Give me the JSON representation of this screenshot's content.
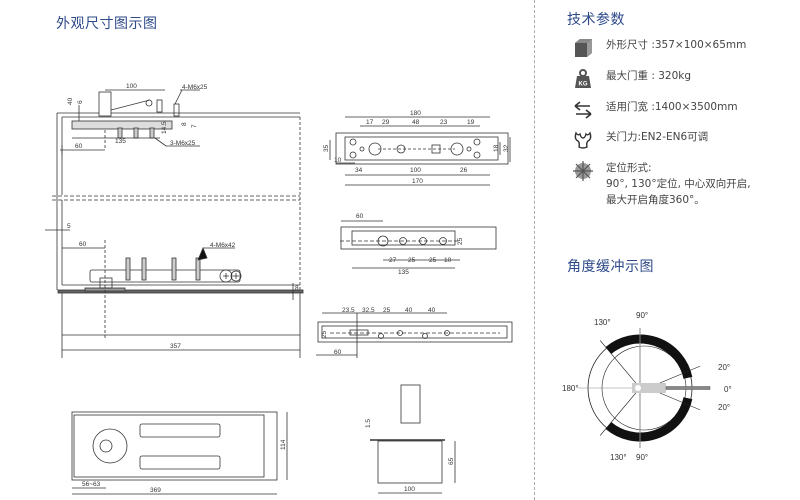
{
  "titles": {
    "main": "外观尺寸图示图",
    "spec": "技术参数",
    "angle": "角度缓冲示图"
  },
  "specs": [
    {
      "icon": "cube-icon",
      "text": "外形尺寸 :357×100×65mm"
    },
    {
      "icon": "weight-kg-icon",
      "text": "最大门重 : 320kg"
    },
    {
      "icon": "swap-arrows-icon",
      "text": "适用门宽 :1400×3500mm"
    },
    {
      "icon": "spring-force-icon",
      "text": "关门力:EN2-EN6可调"
    },
    {
      "icon": "positioning-wheel-icon",
      "text": "定位形式:\n90°, 130°定位, 中心双向开启,\n最大开启角度360°。"
    }
  ],
  "weight_badge": "KG",
  "drawing_labels": {
    "side_top": {
      "d100": "100",
      "d40": "40",
      "d6": "6",
      "d135": "135",
      "d60": "60",
      "d145": "14.5",
      "d8a": "8",
      "d7": "7",
      "screw1": "4-M6x25",
      "screw2": "3-M6x25"
    },
    "side_bottom": {
      "d5": "5",
      "d60": "60",
      "d8": "8",
      "d357": "357",
      "screw": "4-M6x42"
    },
    "plate_top": {
      "d180": "180",
      "d17": "17",
      "d29": "29",
      "d48": "48",
      "d23": "23",
      "d19": "19",
      "d35": "35",
      "d10": "10",
      "d34": "34",
      "d100": "100",
      "d26": "26",
      "d170": "170",
      "d18": "18",
      "d32": "32"
    },
    "plate_mid": {
      "d60": "60",
      "d27": "27",
      "d25a": "25",
      "d25b": "25",
      "d10": "10",
      "d25c": "25",
      "d135": "135"
    },
    "plate_low": {
      "d235": "23.5",
      "d325": "32.5",
      "d25": "25",
      "d40a": "40",
      "d40b": "40",
      "d25h": "25",
      "d60": "60"
    },
    "body_top": {
      "d5663": "56~63",
      "d369": "369",
      "d114": "114"
    },
    "body_side": {
      "d15": "1.5",
      "d65": "65",
      "d100": "100"
    }
  },
  "angle_labels": {
    "top90": "90°",
    "top130": "130°",
    "left180": "180°",
    "bot130": "130°",
    "bot90": "90°",
    "r20a": "20°",
    "r0": "0°",
    "r20b": "20°"
  }
}
